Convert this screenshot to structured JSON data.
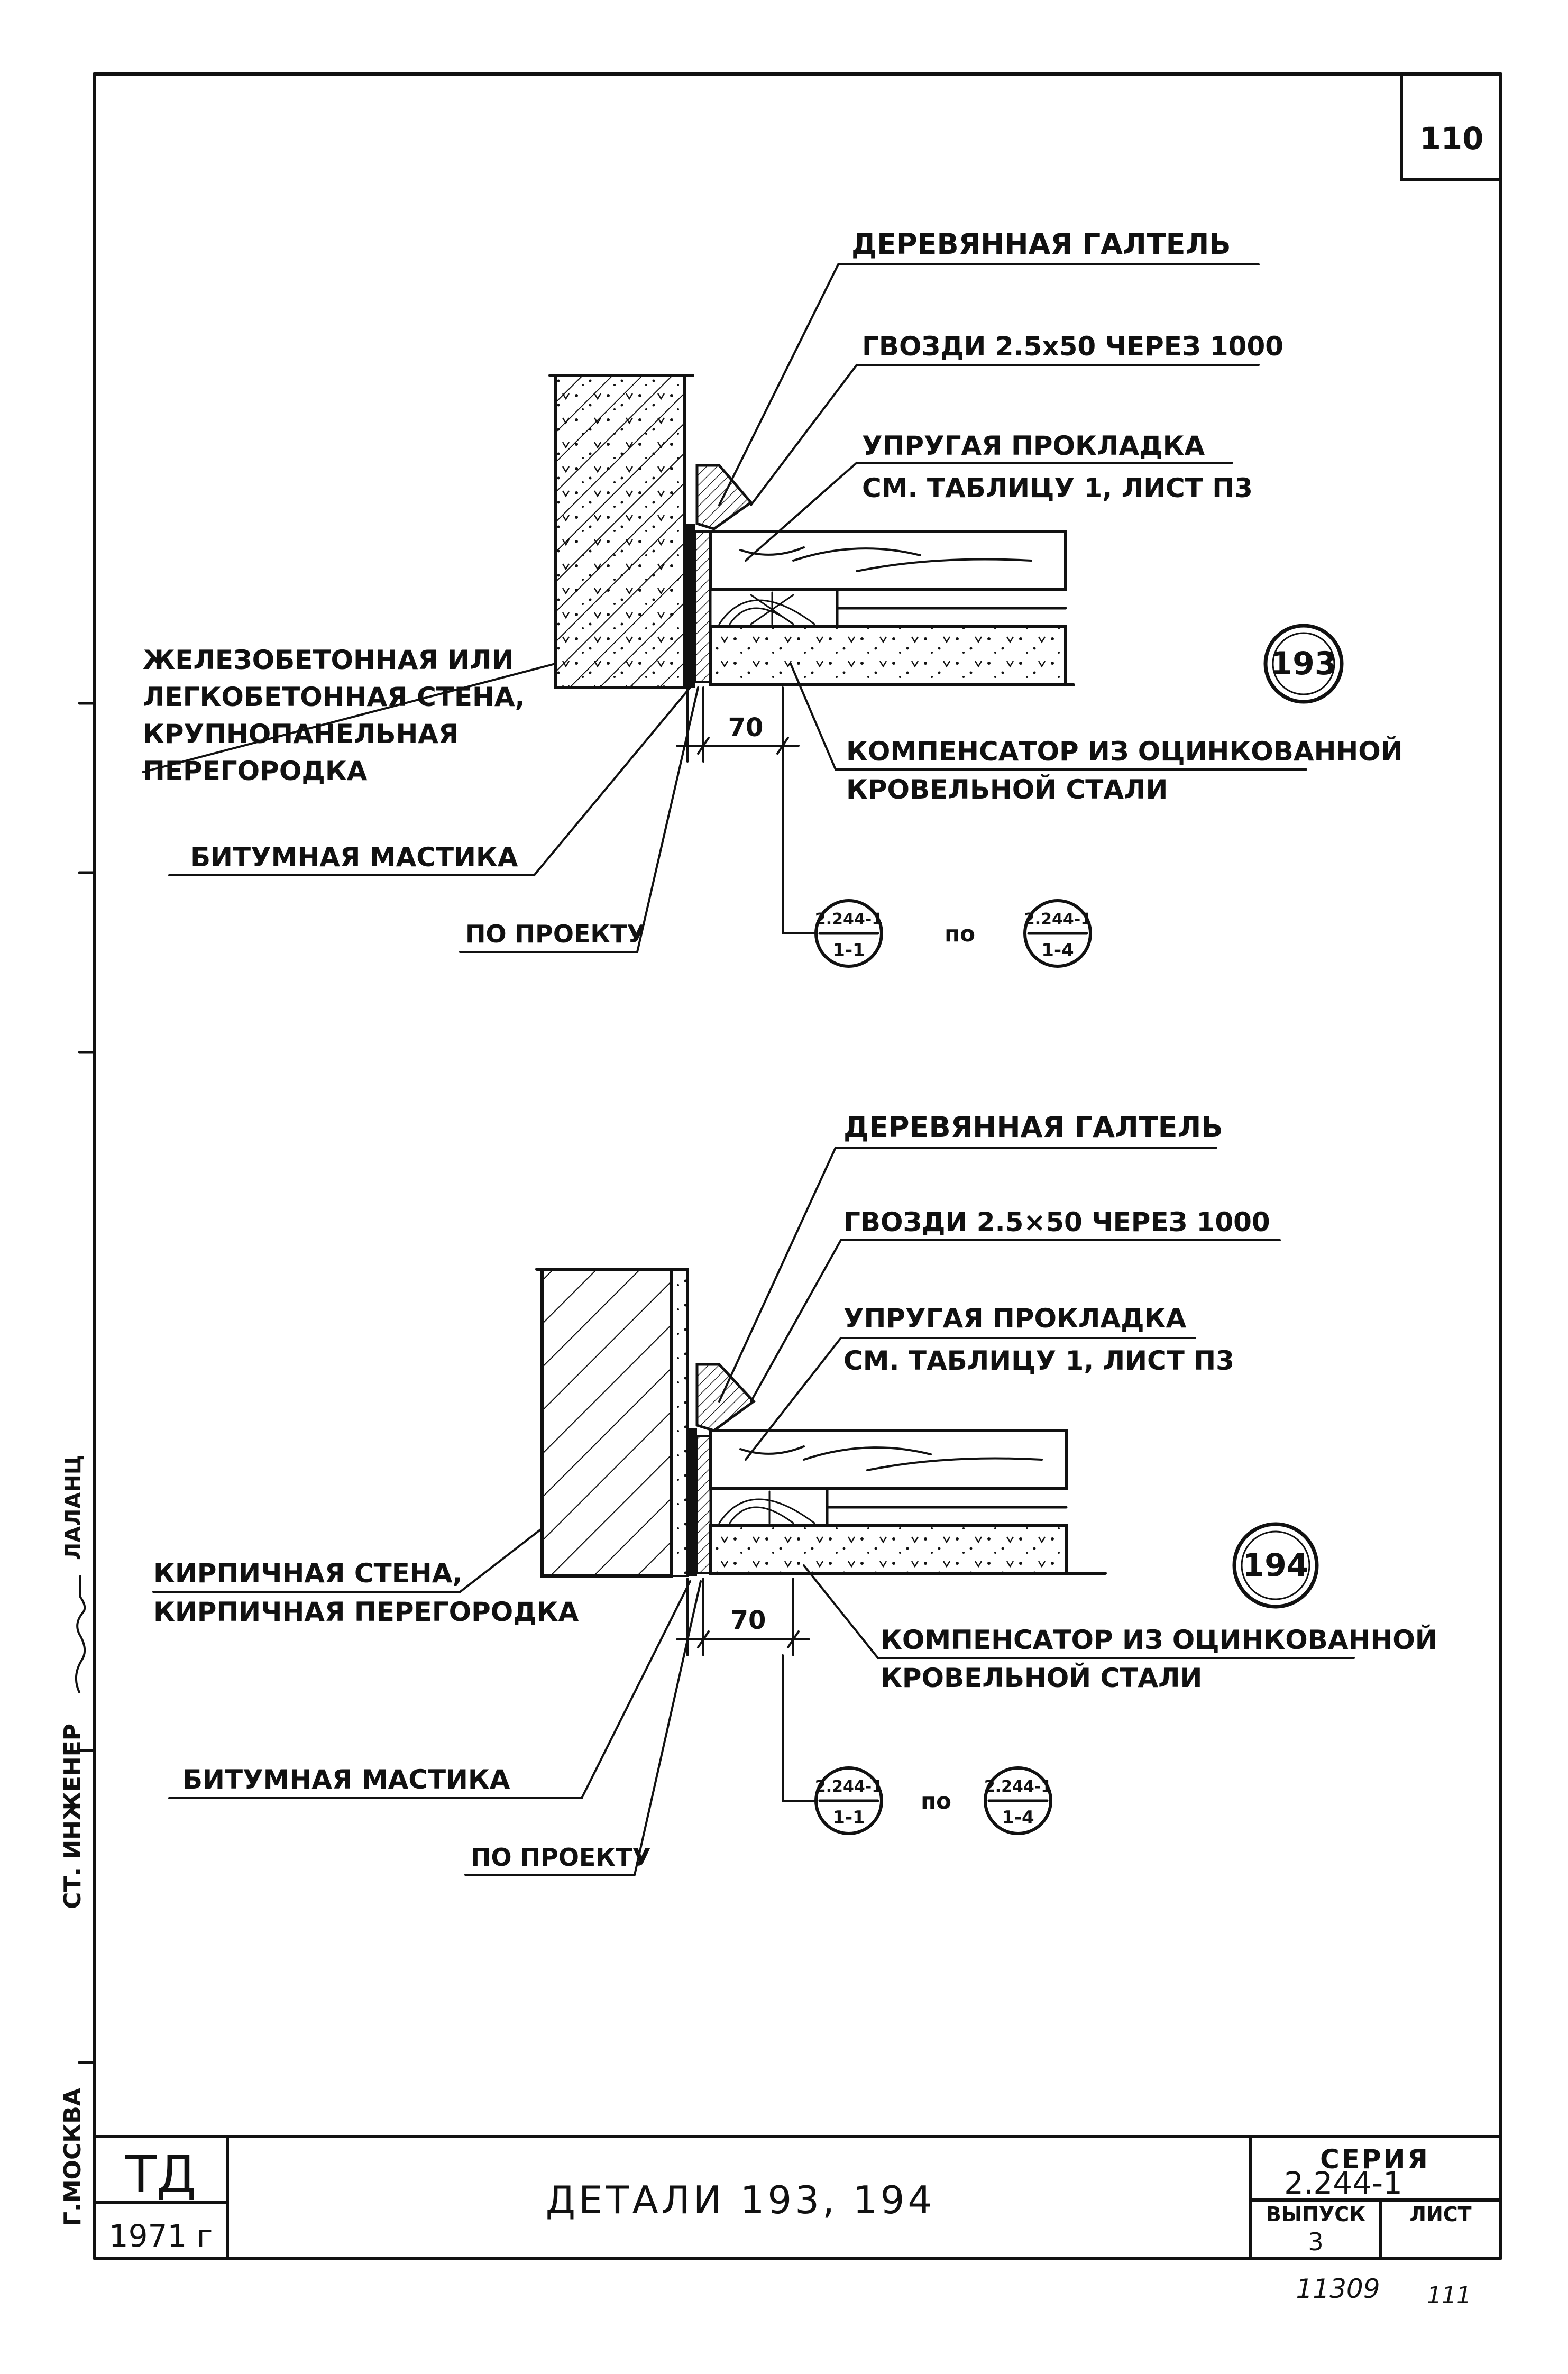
{
  "sheet_number": "110",
  "footer_marks": {
    "left": "11309",
    "right": "111"
  },
  "side_margin": {
    "city": "Г.МОСКВА",
    "role": "СТ. ИНЖЕНЕР",
    "name": "ЛАЛАНЦ"
  },
  "details": [
    {
      "number": "193",
      "labels": {
        "top": "ДЕРЕВЯННАЯ ГАЛТЕЛЬ",
        "nails": "ГВОЗДИ 2.5x50 ЧЕРЕЗ 1000",
        "gasket_1": "УПРУГАЯ ПРОКЛАДКА",
        "gasket_2": "СМ. ТАБЛИЦУ 1, ЛИСТ П3",
        "wall_1": "ЖЕЛЕЗОБЕТОННАЯ ИЛИ",
        "wall_2": "ЛЕГКОБЕТОННАЯ СТЕНА,",
        "wall_3": "КРУПНОПАНЕЛЬНАЯ",
        "wall_4": "ПЕРЕГОРОДКА",
        "comp_1": "КОМПЕНСАТОР ИЗ ОЦИНКОВАННОЙ",
        "comp_2": "КРОВЕЛЬНОЙ СТАЛИ",
        "mastic": "БИТУМНАЯ МАСТИКА",
        "by_project": "ПО ПРОЕКТУ",
        "dimension": "70",
        "ref_a_top": "2.244-1",
        "ref_a_bottom": "1-1",
        "ref_between": "по",
        "ref_b_top": "2.244-1",
        "ref_b_bottom": "1-4"
      }
    },
    {
      "number": "194",
      "labels": {
        "top": "ДЕРЕВЯННАЯ ГАЛТЕЛЬ",
        "nails": "ГВОЗДИ 2.5×50 ЧЕРЕЗ 1000",
        "gasket_1": "УПРУГАЯ ПРОКЛАДКА",
        "gasket_2": "СМ. ТАБЛИЦУ 1, ЛИСТ П3",
        "wall_1": "КИРПИЧНАЯ СТЕНА,",
        "wall_2": "КИРПИЧНАЯ ПЕРЕГОРОДКА",
        "comp_1": "КОМПЕНСАТОР ИЗ ОЦИНКОВАННОЙ",
        "comp_2": "КРОВЕЛЬНОЙ СТАЛИ",
        "mastic": "БИТУМНАЯ МАСТИКА",
        "by_project": "ПО ПРОЕКТУ",
        "dimension": "70",
        "ref_a_top": "2.244-1",
        "ref_a_bottom": "1-1",
        "ref_between": "по",
        "ref_b_top": "2.244-1",
        "ref_b_bottom": "1-4"
      }
    }
  ],
  "title_block": {
    "org": "ТД",
    "year": "1971 г",
    "title": "ДЕТАЛИ 193, 194",
    "series_label": "СЕРИЯ",
    "series_value": "2.244-1",
    "issue_label": "ВЫПУСК",
    "issue_value": "3",
    "sheet_label": "ЛИСТ"
  }
}
